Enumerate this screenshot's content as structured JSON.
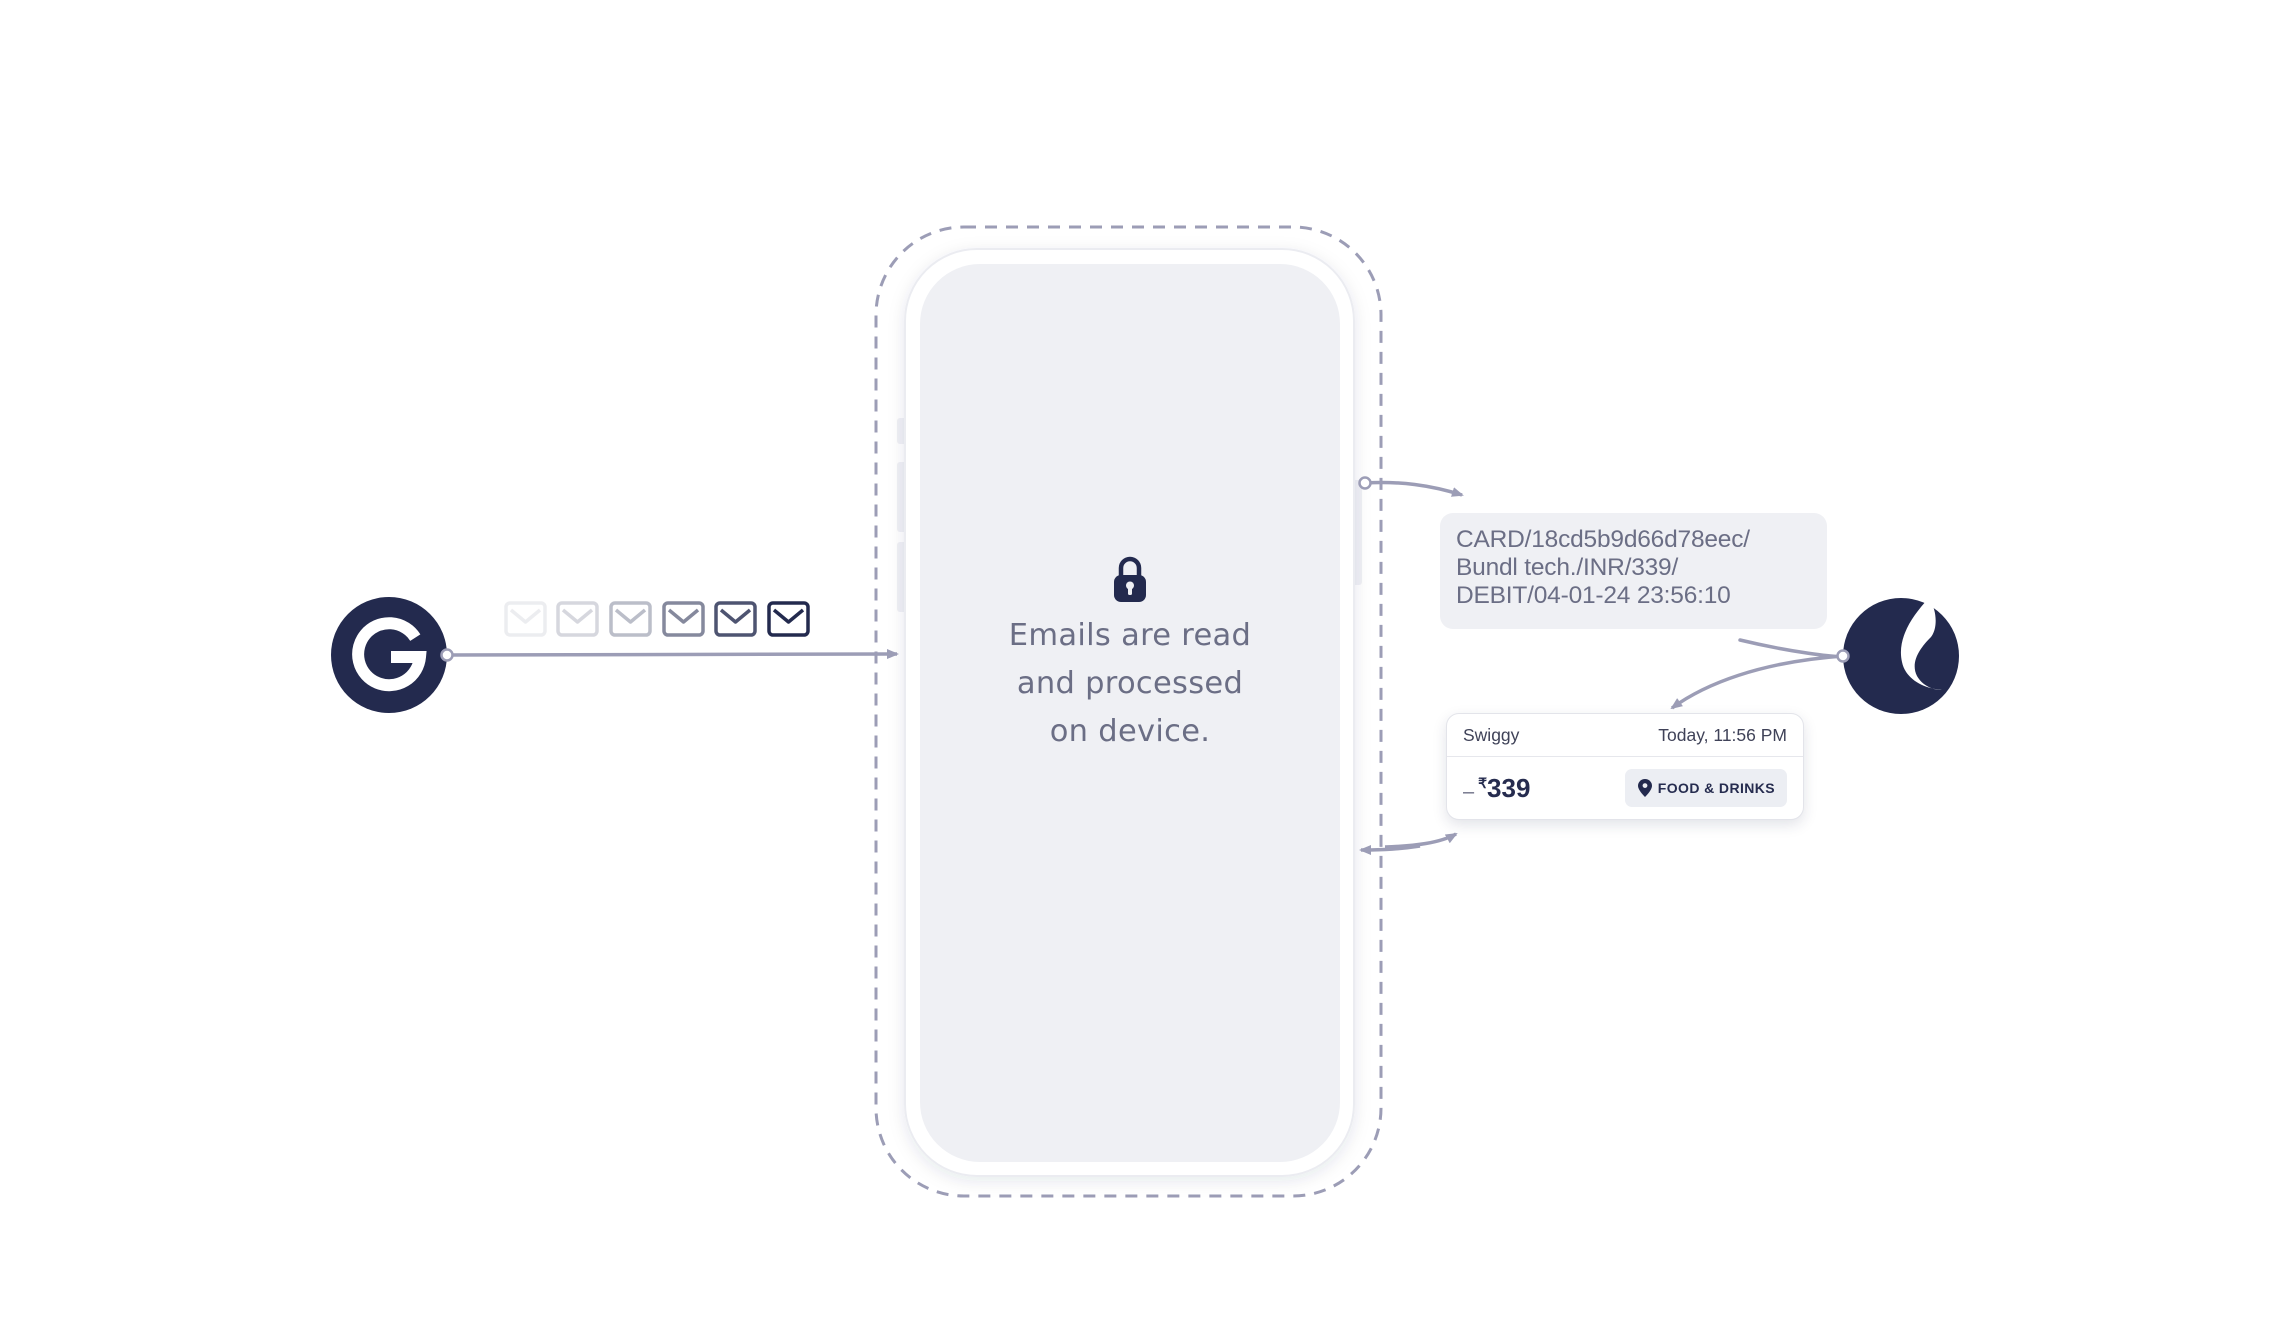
{
  "colors": {
    "navy": "#232a4e",
    "connector": "#9c9db6",
    "phone_screen": "#eff0f4",
    "text_muted": "#6b6e85"
  },
  "source": {
    "icon": "google-g-icon"
  },
  "emails": {
    "icon": "envelope-icon",
    "count": 6,
    "opacities": [
      0.08,
      0.18,
      0.3,
      0.55,
      0.8,
      1.0
    ]
  },
  "phone": {
    "lock_icon": "padlock-icon",
    "message_lines": [
      "Emails are read",
      "and processed",
      "on device."
    ]
  },
  "raw_message": {
    "lines": [
      "CARD/18cd5b9d66d78eec/",
      "Bundl tech./INR/339/",
      "DEBIT/04-01-24 23:56:10"
    ]
  },
  "parser": {
    "icon": "app-logo-icon"
  },
  "transaction": {
    "merchant": "Swiggy",
    "time": "Today, 11:56 PM",
    "sign": "–",
    "currency": "₹",
    "amount": "339",
    "category": "FOOD & DRINKS",
    "category_icon": "location-pin-icon"
  }
}
